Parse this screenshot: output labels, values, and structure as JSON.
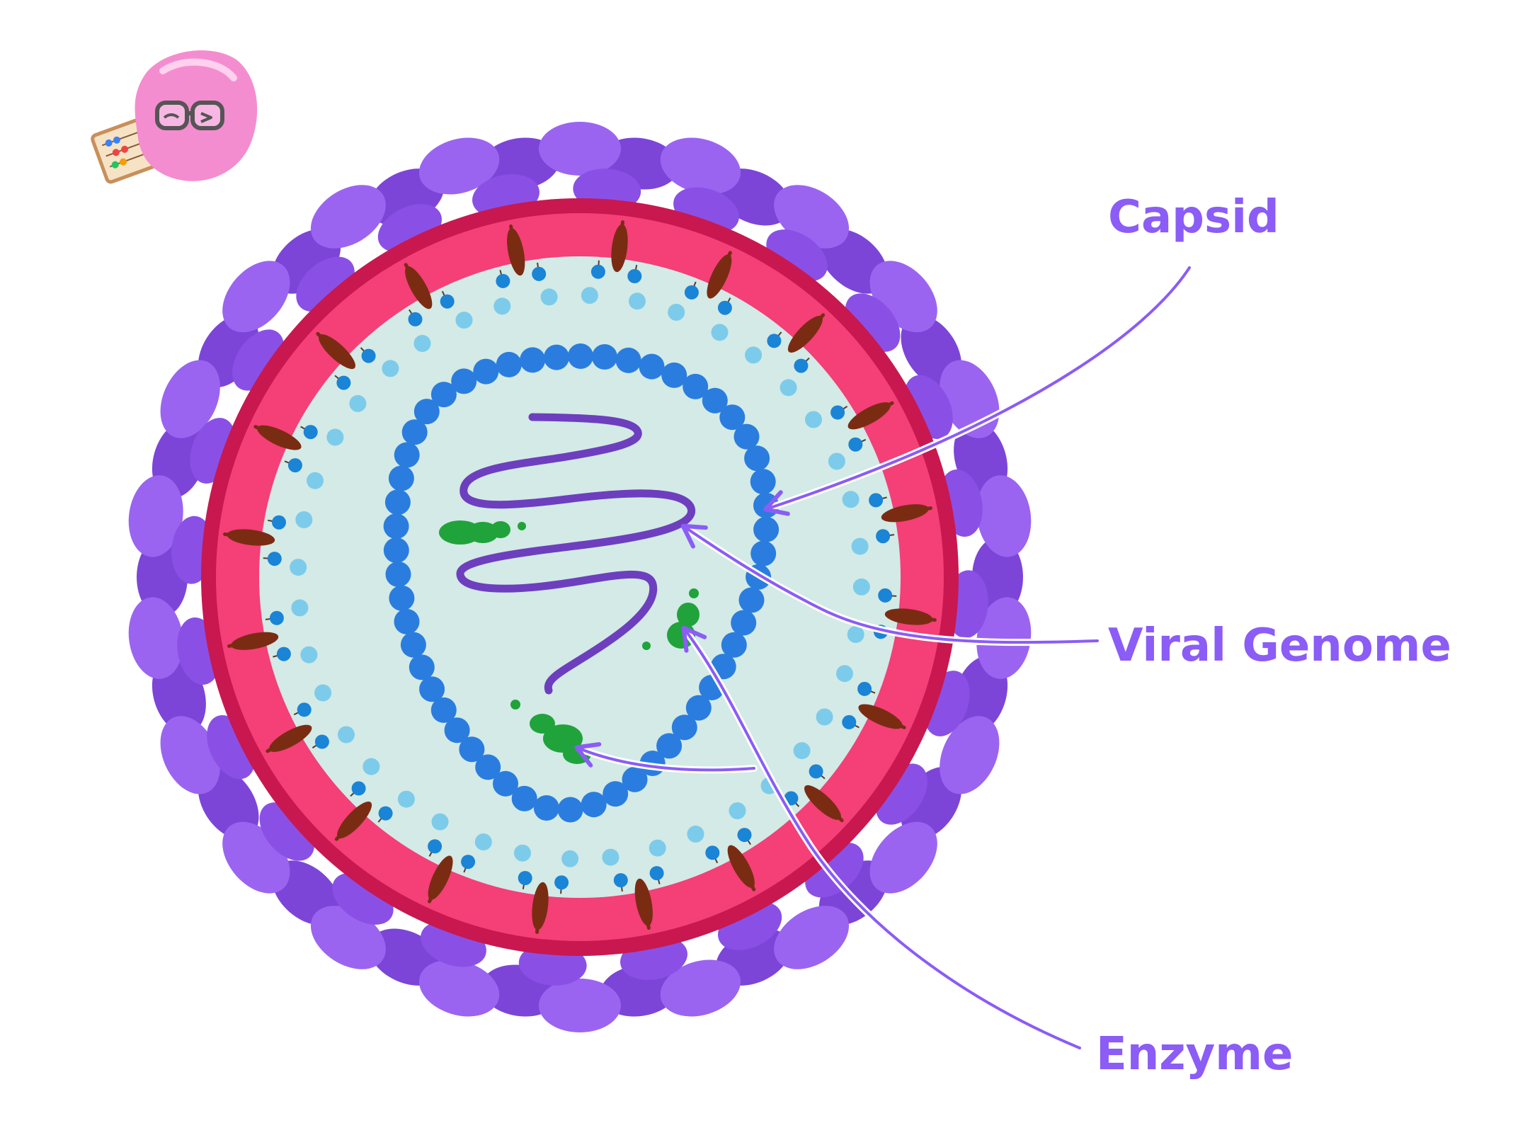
{
  "colors": {
    "background": "#ffffff",
    "label_text": "#8b5cf6",
    "leader_line": "#8b5cf6",
    "envelope_protein": "#9b64f0",
    "envelope_protein_dark": "#7c45d8",
    "lipid_layer": "#c8184f",
    "matrix_ring": "#f43f77",
    "interior": "#d3eae6",
    "capsid_bead": "#2a7ddf",
    "genome_strand": "#6d3fbf",
    "enzyme": "#20a33a",
    "glycoprotein": "#7a2c12",
    "lipid_head_dark": "#1a84d6",
    "lipid_head_light": "#7dcbea",
    "mascot_body": "#f48dcf"
  },
  "labels": {
    "capsid": "Capsid",
    "viral_genome": "Viral Genome",
    "enzyme": "Enzyme"
  },
  "icons": {
    "mascot": "pink-mascot-with-glasses-and-abacus-icon"
  }
}
